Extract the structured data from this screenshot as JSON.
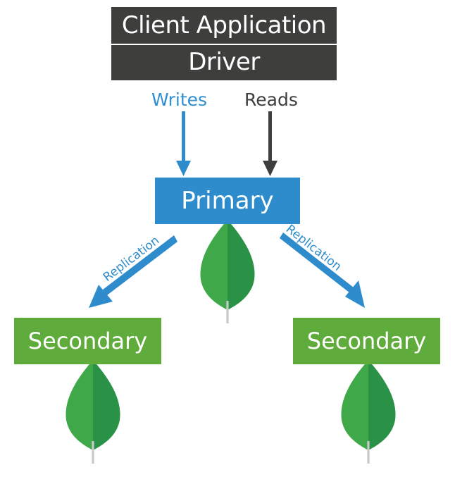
{
  "client": {
    "app_label": "Client Application",
    "driver_label": "Driver"
  },
  "flows": {
    "writes_label": "Writes",
    "reads_label": "Reads"
  },
  "nodes": {
    "primary_label": "Primary",
    "secondary_left_label": "Secondary",
    "secondary_right_label": "Secondary"
  },
  "replication": {
    "left_label": "Replication",
    "right_label": "Replication"
  },
  "colors": {
    "dark": "#3e3e3c",
    "blue": "#2e8ccc",
    "green": "#5fab3b",
    "leaf_light": "#3fa94a",
    "leaf_dark": "#2a9246",
    "stem": "#c9c9c9"
  }
}
